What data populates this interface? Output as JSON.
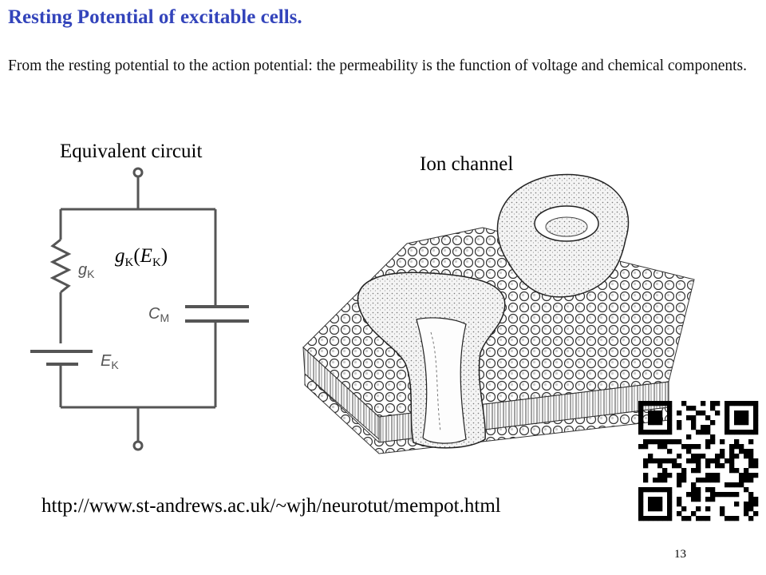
{
  "slide": {
    "title": "Resting Potential of excitable cells.",
    "subtitle": "From the resting potential to the action potential: the permeability is the function of voltage and chemical components.",
    "url": "http://www.st-andrews.ac.uk/~wjh/neurotut/mempot.html",
    "page_number": "13"
  },
  "circuit": {
    "heading": "Equivalent circuit",
    "conductance_symbol": "g",
    "conductance_sub": "K",
    "emf_symbol": "E",
    "emf_sub": "K",
    "resistor_label": "g",
    "resistor_sub": "K",
    "capacitor_label": "C",
    "capacitor_sub": "M",
    "battery_label": "E",
    "battery_sub": "K"
  },
  "ion_channel": {
    "heading": "Ion channel"
  },
  "qr_code": {
    "color": "#000000"
  },
  "colors": {
    "title": "#3344bb"
  }
}
